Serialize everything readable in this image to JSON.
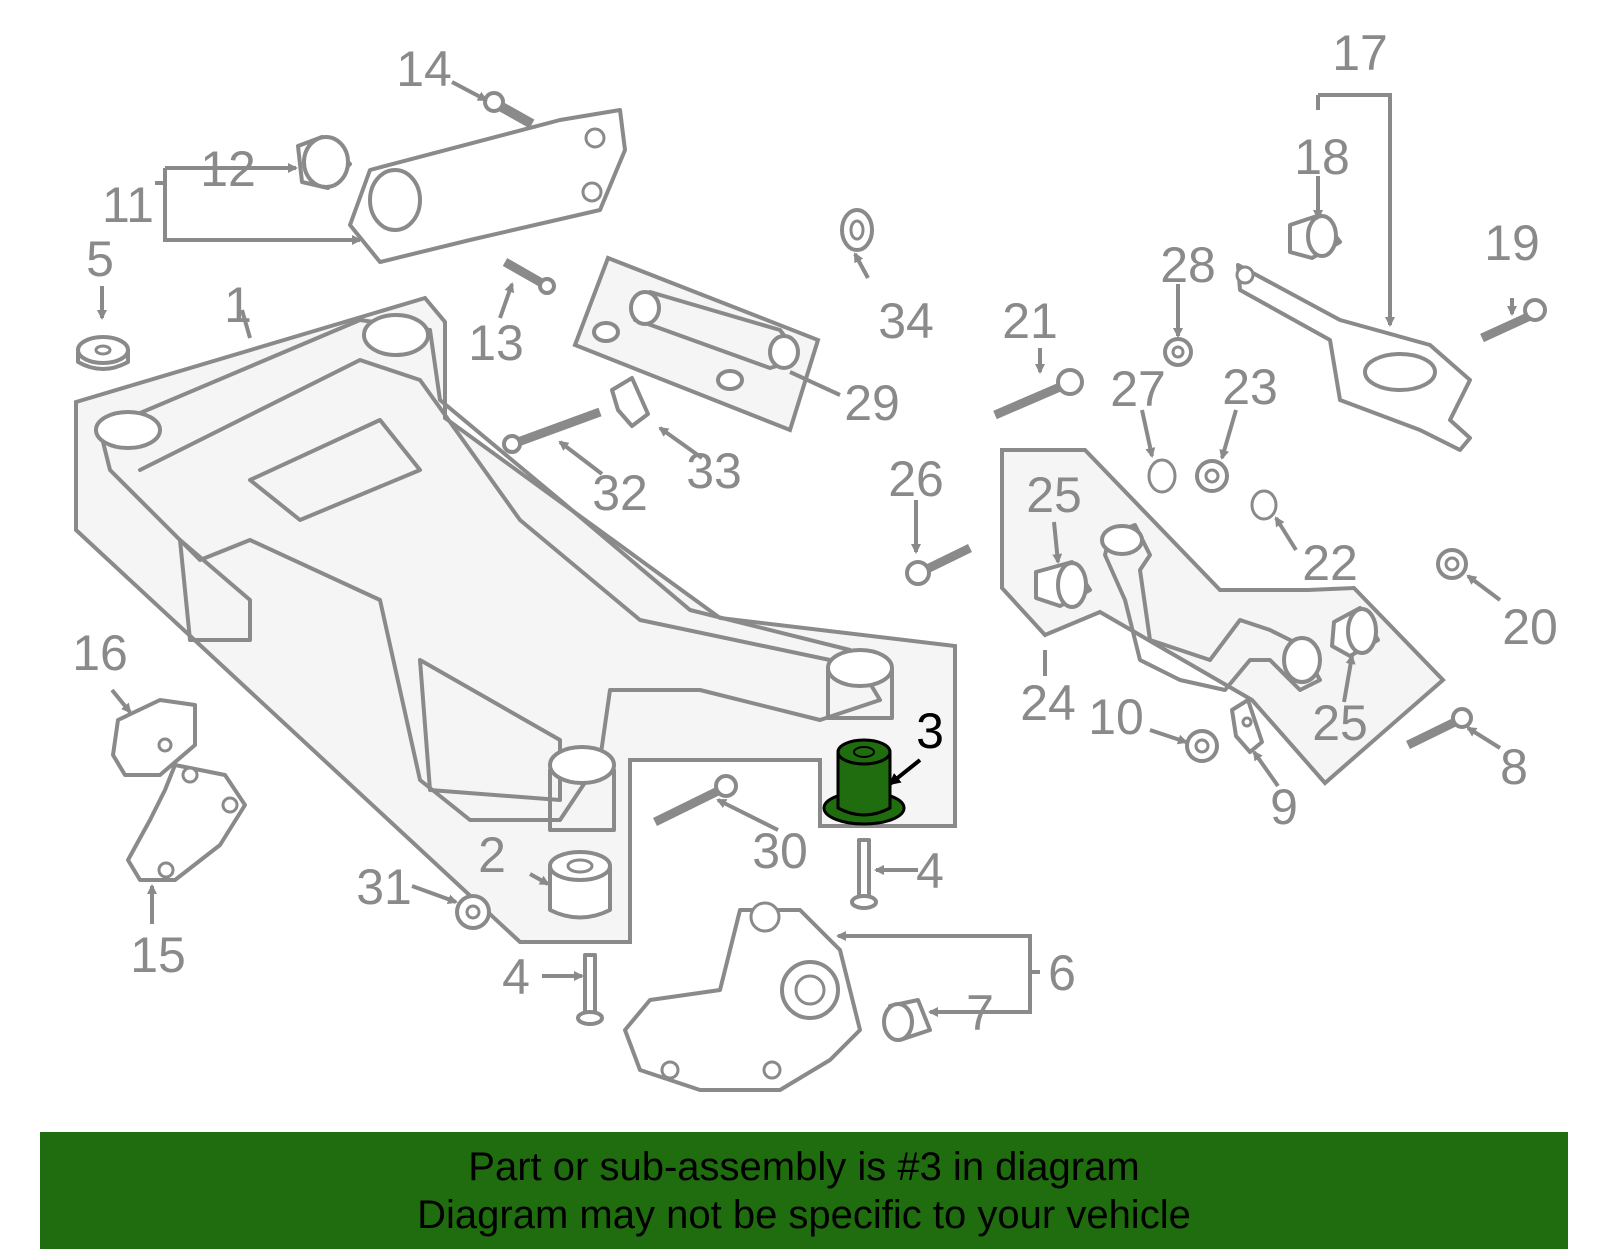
{
  "diagram": {
    "callouts": [
      {
        "id": "1",
        "label": "1"
      },
      {
        "id": "2",
        "label": "2"
      },
      {
        "id": "3",
        "label": "3",
        "highlighted": true
      },
      {
        "id": "4a",
        "label": "4"
      },
      {
        "id": "4b",
        "label": "4"
      },
      {
        "id": "5",
        "label": "5"
      },
      {
        "id": "6",
        "label": "6"
      },
      {
        "id": "7",
        "label": "7"
      },
      {
        "id": "8",
        "label": "8"
      },
      {
        "id": "9",
        "label": "9"
      },
      {
        "id": "10",
        "label": "10"
      },
      {
        "id": "11",
        "label": "11"
      },
      {
        "id": "12",
        "label": "12"
      },
      {
        "id": "13",
        "label": "13"
      },
      {
        "id": "14",
        "label": "14"
      },
      {
        "id": "15",
        "label": "15"
      },
      {
        "id": "16",
        "label": "16"
      },
      {
        "id": "17",
        "label": "17"
      },
      {
        "id": "18",
        "label": "18"
      },
      {
        "id": "19",
        "label": "19"
      },
      {
        "id": "20",
        "label": "20"
      },
      {
        "id": "21",
        "label": "21"
      },
      {
        "id": "22",
        "label": "22"
      },
      {
        "id": "23",
        "label": "23"
      },
      {
        "id": "24",
        "label": "24"
      },
      {
        "id": "25a",
        "label": "25"
      },
      {
        "id": "25b",
        "label": "25"
      },
      {
        "id": "26",
        "label": "26"
      },
      {
        "id": "27",
        "label": "27"
      },
      {
        "id": "28",
        "label": "28"
      },
      {
        "id": "29",
        "label": "29"
      },
      {
        "id": "30",
        "label": "30"
      },
      {
        "id": "31",
        "label": "31"
      },
      {
        "id": "32",
        "label": "32"
      },
      {
        "id": "33",
        "label": "33"
      },
      {
        "id": "34",
        "label": "34"
      }
    ],
    "colors": {
      "line": "#8a8a8a",
      "group_fill": "#f5f5f5",
      "highlight_part": "#1f6d0e",
      "highlight_label": "#000000"
    }
  },
  "banner": {
    "line1": "Part or sub-assembly is #3 in diagram",
    "line2": "Diagram may not be specific to your vehicle",
    "background": "#1f6d0e"
  }
}
